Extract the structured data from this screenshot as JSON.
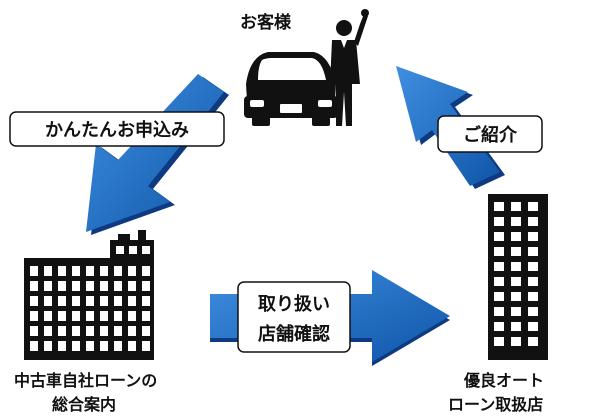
{
  "customer": {
    "label": "お客様"
  },
  "arrows": {
    "apply": {
      "label": "かんたんお申込み"
    },
    "handling": {
      "label_line1": "取り扱い",
      "label_line2": "店舗確認"
    },
    "referral": {
      "label": "ご紹介"
    }
  },
  "nodes": {
    "head_office": {
      "line1": "中古車自社ローンの",
      "line2": "総合案内"
    },
    "dealer": {
      "line1": "優良オート",
      "line2": "ローン取扱店"
    }
  },
  "colors": {
    "arrow_blue": "#1E6DC0",
    "arrow_dark": "#0D3A80",
    "ink": "#111111"
  }
}
